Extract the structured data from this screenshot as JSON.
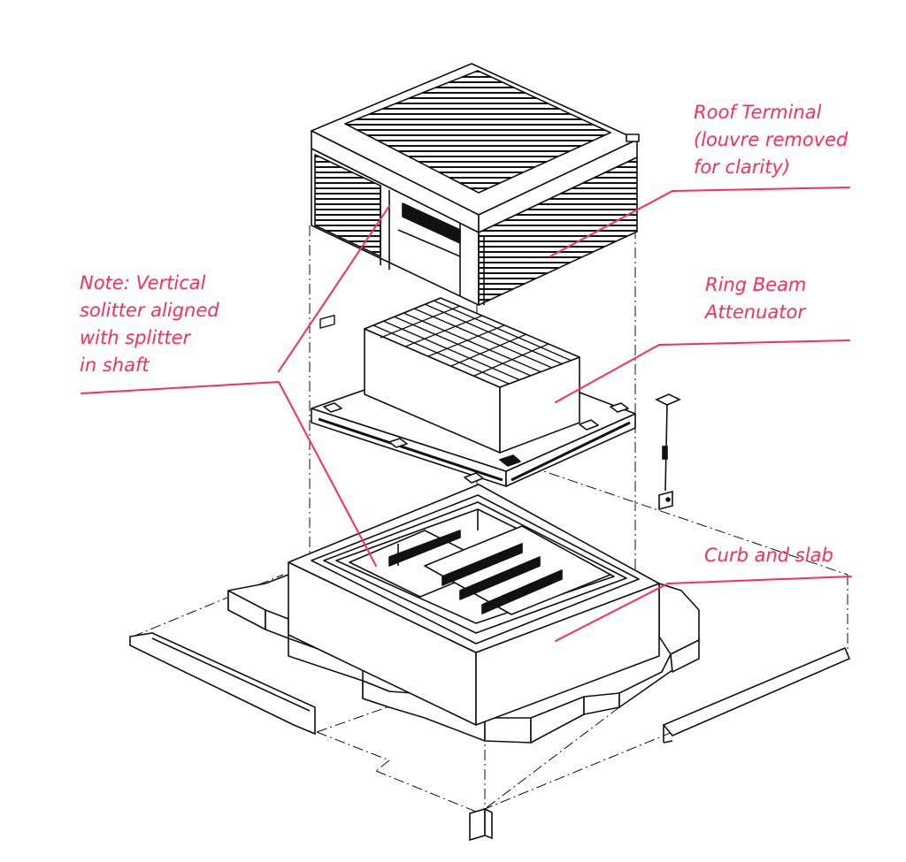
{
  "colors": {
    "annotation": "#ff2d55",
    "linework": "#111111",
    "background": "#ffffff"
  },
  "annotations": {
    "roof_terminal": [
      "Roof Terminal",
      "(louvre removed",
      "for clarity)"
    ],
    "note": [
      "Note: Vertical",
      "solitter aligned",
      "with splitter",
      "in shaft"
    ],
    "ring_beam": [
      "Ring Beam",
      "Attenuator"
    ],
    "curb": [
      "Curb and slab"
    ]
  }
}
